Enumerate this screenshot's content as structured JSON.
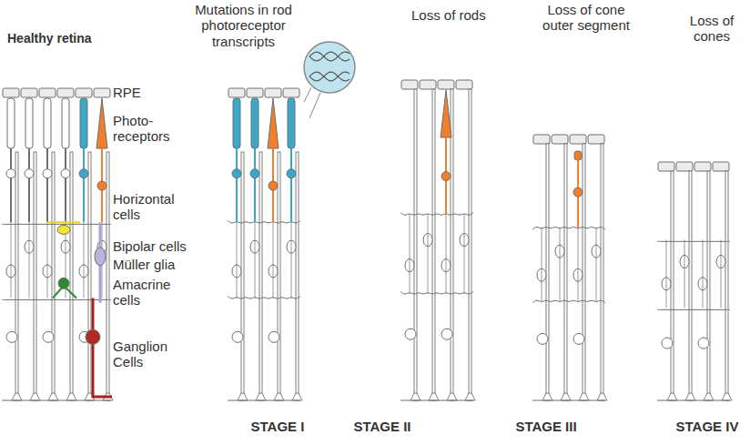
{
  "diagram": {
    "labels": [
      "Healthy retina",
      "Mutations in rod photoreceptor transcripts",
      "Loss of rods",
      "Loss of cone outer segment",
      "Loss of cones",
      "RPE",
      "Photo-receptors",
      "Horizontal cells",
      "Bipolar cells",
      "Müller glia",
      "Amacrine cells",
      "Ganglion Cells",
      "STAGE I",
      "STAGE II",
      "STAGE III",
      "STAGE IV"
    ]
  }
}
